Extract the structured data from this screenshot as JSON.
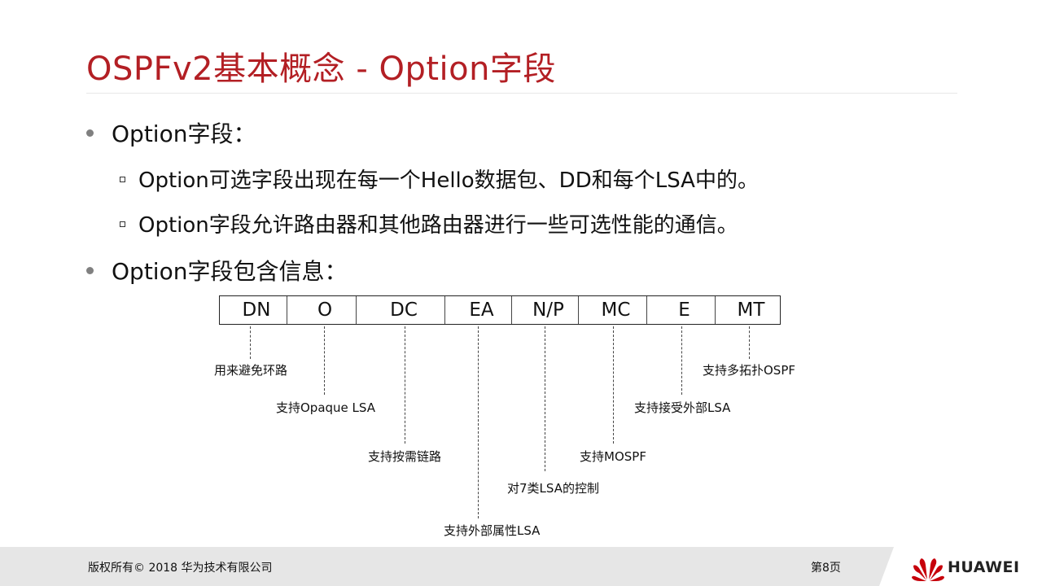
{
  "slide": {
    "title": "OSPFv2基本概念 - Option字段",
    "bullets": [
      {
        "text": "Option字段："
      },
      {
        "text": "Option可选字段出现在每一个Hello数据包、DD和每个LSA中的。"
      },
      {
        "text": "Option字段允许路由器和其他路由器进行一些可选性能的通信。"
      },
      {
        "text": "Option字段包含信息："
      }
    ]
  },
  "diagram": {
    "fields": [
      "DN",
      "O",
      "DC",
      "EA",
      "N/P",
      "MC",
      "E",
      "MT"
    ],
    "annotations": {
      "dn": "用来避免环路",
      "o": "支持Opaque LSA",
      "dc": "支持按需链路",
      "ea": "支持外部属性LSA",
      "np": "对7类LSA的控制",
      "mc": "支持MOSPF",
      "e": "支持接受外部LSA",
      "mt": "支持多拓扑OSPF"
    }
  },
  "footer": {
    "copyright": "版权所有© 2018 华为技术有限公司",
    "page": "第8页",
    "brand": "HUAWEI"
  },
  "colors": {
    "title": "#b31f24",
    "footer_bg": "#e6e6e6",
    "logo_red": "#c7000b"
  }
}
